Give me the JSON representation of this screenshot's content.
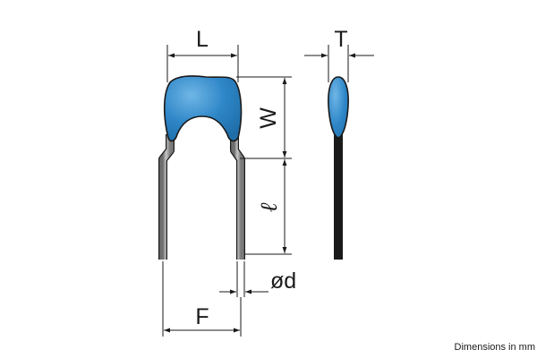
{
  "labels": {
    "length": "L",
    "thickness": "T",
    "width": "W",
    "lead_length": "ℓ",
    "lead_diameter": "ød",
    "lead_spacing": "F"
  },
  "footnote": "Dimensions in mm",
  "colors": {
    "body": "#2e86c7",
    "body_shade": "#1f6ea8",
    "body_highlight": "#6fb6e6",
    "lead": "#8a8a8a",
    "lead_highlight": "#c8c8c8",
    "line": "#1a1a1a"
  }
}
